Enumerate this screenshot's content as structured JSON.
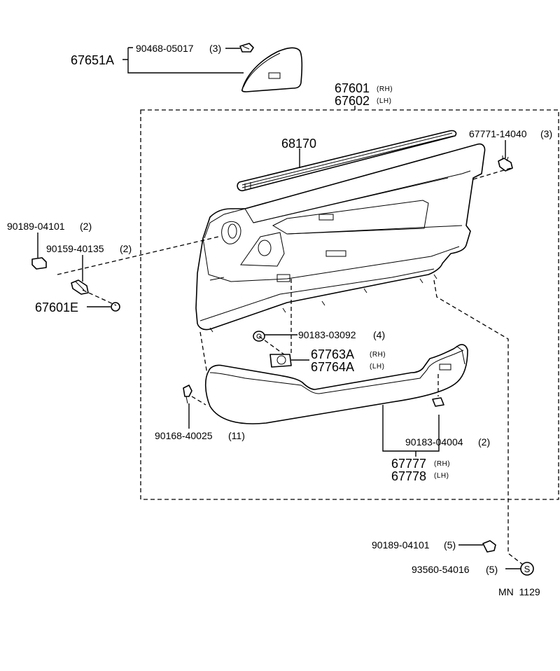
{
  "diagram_code": "MN  1129",
  "parts": {
    "p67651A": "67651A",
    "p90468": "90468-05017",
    "p90468_qty": "(3)",
    "p67601": "67601",
    "p67601_side": "(RH)",
    "p67602": "67602",
    "p67602_side": "(LH)",
    "p68170": "68170",
    "p67771": "67771-14040",
    "p67771_qty": "(3)",
    "p90189a": "90189-04101",
    "p90189a_qty": "(2)",
    "p90159": "90159-40135",
    "p90159_qty": "(2)",
    "p67601E": "67601E",
    "p90183a": "90183-03092",
    "p90183a_qty": "(4)",
    "p67763A": "67763A",
    "p67763A_side": "(RH)",
    "p67764A": "67764A",
    "p67764A_side": "(LH)",
    "p90168": "90168-40025",
    "p90168_qty": "(11)",
    "p90183b": "90183-04004",
    "p90183b_qty": "(2)",
    "p67777": "67777",
    "p67777_side": "(RH)",
    "p67778": "67778",
    "p67778_side": "(LH)",
    "p90189b": "90189-04101",
    "p90189b_qty": "(5)",
    "p93560": "93560-54016",
    "p93560_qty": "(5)",
    "screw_symbol": "S"
  }
}
